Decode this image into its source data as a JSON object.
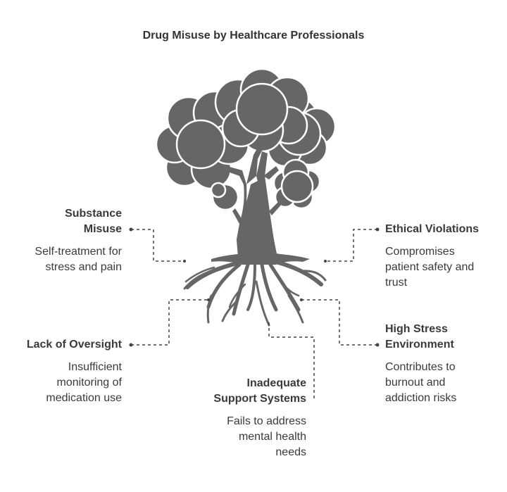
{
  "title": "Drug Misuse by Healthcare Professionals",
  "colors": {
    "tree": "#666666",
    "text": "#3a3a3a",
    "connector": "#444444",
    "background": "#ffffff"
  },
  "icons": {
    "tree": "tree-with-roots-icon"
  },
  "items": {
    "substance_misuse": {
      "label_line1": "Substance",
      "label_line2": "Misuse",
      "desc_line1": "Self-treatment for",
      "desc_line2": "stress and pain"
    },
    "ethical_violations": {
      "label": "Ethical Violations",
      "desc_line1": "Compromises",
      "desc_line2": "patient safety and",
      "desc_line3": "trust"
    },
    "lack_of_oversight": {
      "label": "Lack of Oversight",
      "desc_line1": "Insufficient",
      "desc_line2": "monitoring of",
      "desc_line3": "medication use"
    },
    "high_stress": {
      "label_line1": "High Stress",
      "label_line2": "Environment",
      "desc_line1": "Contributes to",
      "desc_line2": "burnout and",
      "desc_line3": "addiction risks"
    },
    "inadequate_support": {
      "label_line1": "Inadequate",
      "label_line2": "Support Systems",
      "desc_line1": "Fails to address",
      "desc_line2": "mental health",
      "desc_line3": "needs"
    }
  }
}
